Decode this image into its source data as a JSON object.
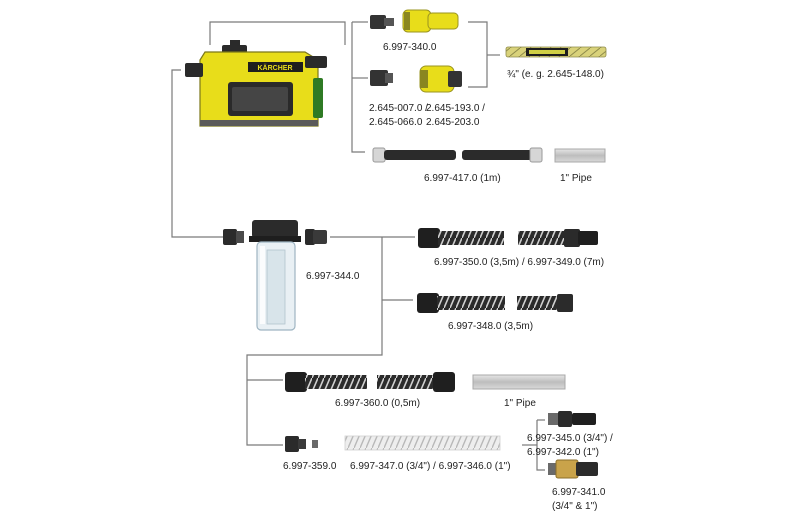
{
  "brand": {
    "logo_text": "KÄRCHER",
    "yellow": "#E8DD1A",
    "dark": "#2A2A2A",
    "line": "#7A7A7A"
  },
  "labels": {
    "hose_connector_set": "6.997-340.0",
    "adapter_left_1": "2.645-007.0 /",
    "adapter_left_2": "2.645-066.0",
    "adapter_right_1": "2.645-193.0 /",
    "adapter_right_2": "2.645-203.0",
    "garden_hose": "¾\" (e. g. 2.645-148.0)",
    "pressure_hose": "6.997-417.0 (1m)",
    "pipe_top": "1\" Pipe",
    "prefilter": "6.997-344.0",
    "suction_hose_1": "6.997-350.0 (3,5m) / 6.997-349.0 (7m)",
    "suction_hose_2": "6.997-348.0 (3,5m)",
    "suction_hose_3": "6.997-360.0 (0,5m)",
    "pipe_mid": "1\" Pipe",
    "small_fitting": "6.997-359.0",
    "spiral_hose": "6.997-347.0 (3/4\") / 6.997-346.0 (1\")",
    "filter_valve_1": "6.997-345.0 (3/4\") /",
    "filter_valve_2": "6.997-342.0 (1\")",
    "filter_valve_3_1": "6.997-341.0",
    "filter_valve_3_2": "(3/4\" & 1\")"
  }
}
